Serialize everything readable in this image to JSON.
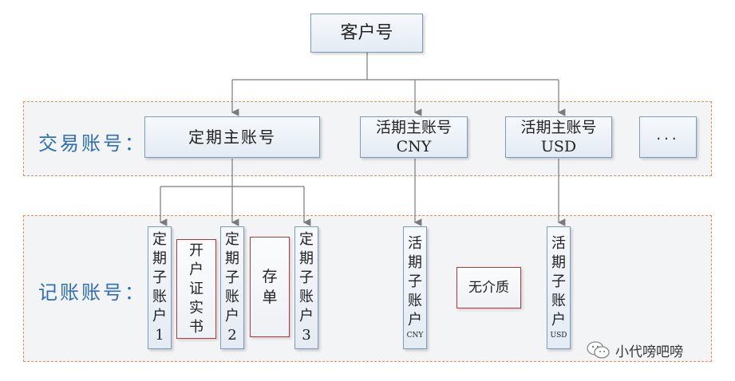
{
  "customer": "客户号",
  "trade_label": "交易账号：",
  "booking_label": "记账账号：",
  "trade_accounts": {
    "fixed_main": "定期主账号",
    "current_cny_line1": "活期主账号",
    "current_cny_line2": "CNY",
    "current_usd_line1": "活期主账号",
    "current_usd_line2": "USD",
    "more": "..."
  },
  "sub_accounts": {
    "fixed_sub_1": [
      "定",
      "期",
      "子",
      "账",
      "户",
      "1"
    ],
    "fixed_sub_2": [
      "定",
      "期",
      "子",
      "账",
      "户",
      "2"
    ],
    "fixed_sub_3": [
      "定",
      "期",
      "子",
      "账",
      "户",
      "3"
    ],
    "current_sub_cny": [
      "活",
      "期",
      "子",
      "账",
      "户",
      "CNY"
    ],
    "current_sub_usd": [
      "活",
      "期",
      "子",
      "账",
      "户",
      "USD"
    ]
  },
  "media": {
    "open_certificate": [
      "开",
      "户",
      "证",
      "实",
      "书"
    ],
    "deposit_slip": [
      "存",
      "单"
    ],
    "no_media": "无介质"
  },
  "watermark": "小代嗙吧嗙"
}
